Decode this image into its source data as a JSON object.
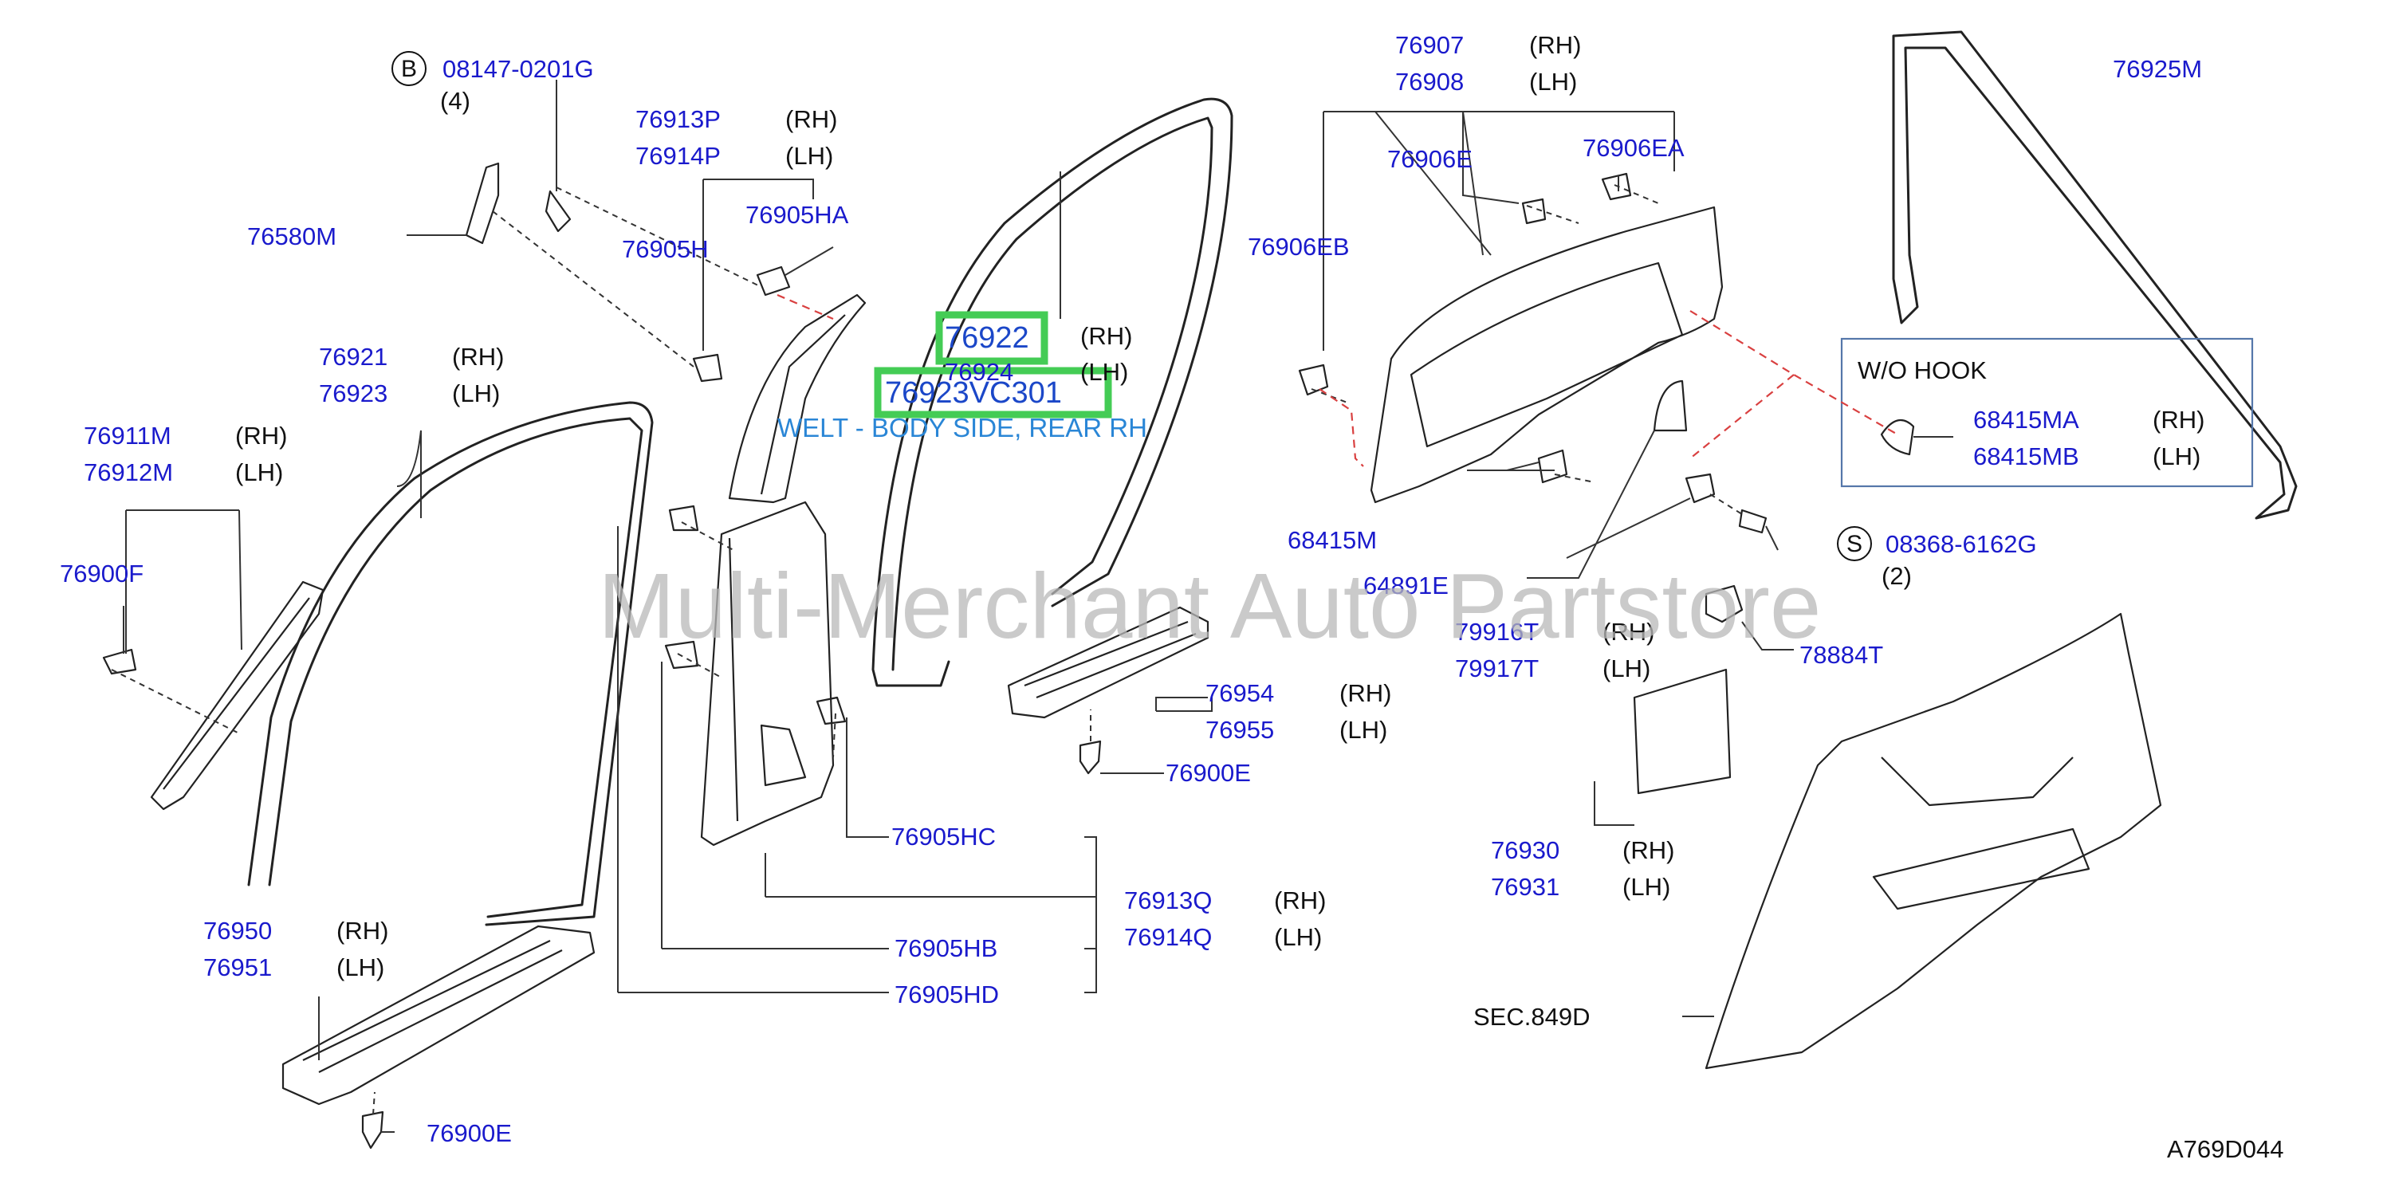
{
  "watermark": "Multi-Merchant Auto Partstore",
  "diagram_code": "A769D044",
  "section_ref": "SEC.849D",
  "inset_title": "W/O   HOOK",
  "highlight_description": "WELT - BODY SIDE, REAR RH",
  "circled": {
    "b": "B",
    "s": "S"
  },
  "quantities": {
    "q1": "(4)",
    "q2": "(2)"
  },
  "labels": {
    "p08147": "08147-0201G",
    "p76580M": "76580M",
    "p76913P": "76913P",
    "p76914P": "76914P",
    "p76905HA": "76905HA",
    "p76905H": "76905H",
    "p76921": "76921",
    "p76923": "76923",
    "p76911M": "76911M",
    "p76912M": "76912M",
    "p76900F": "76900F",
    "p76950": "76950",
    "p76951": "76951",
    "p76900E_a": "76900E",
    "p76922": "76922",
    "p76924": "76924",
    "p76923VC301": "76923VC301",
    "p76954": "76954",
    "p76955": "76955",
    "p76900E_b": "76900E",
    "p76905HC": "76905HC",
    "p76913Q": "76913Q",
    "p76914Q": "76914Q",
    "p76905HB": "76905HB",
    "p76905HD": "76905HD",
    "p76907": "76907",
    "p76908": "76908",
    "p76906E": "76906E",
    "p76906EA": "76906EA",
    "p76906EB": "76906EB",
    "p68415M": "68415M",
    "p64891E": "64891E",
    "p76925M": "76925M",
    "p68415MA": "68415MA",
    "p68415MB": "68415MB",
    "p08368": "08368-6162G",
    "p79916T": "79916T",
    "p79917T": "79917T",
    "p78884T": "78884T",
    "p76930": "76930",
    "p76931": "76931"
  },
  "sides": {
    "rh": "(RH)",
    "lh": "(LH)"
  },
  "colors": {
    "part_number": "#1a1acc",
    "description": "#2a86d6",
    "highlight_box": "#44cc55",
    "clip_guide": "#d94040",
    "watermark": "#b8b8b8"
  }
}
